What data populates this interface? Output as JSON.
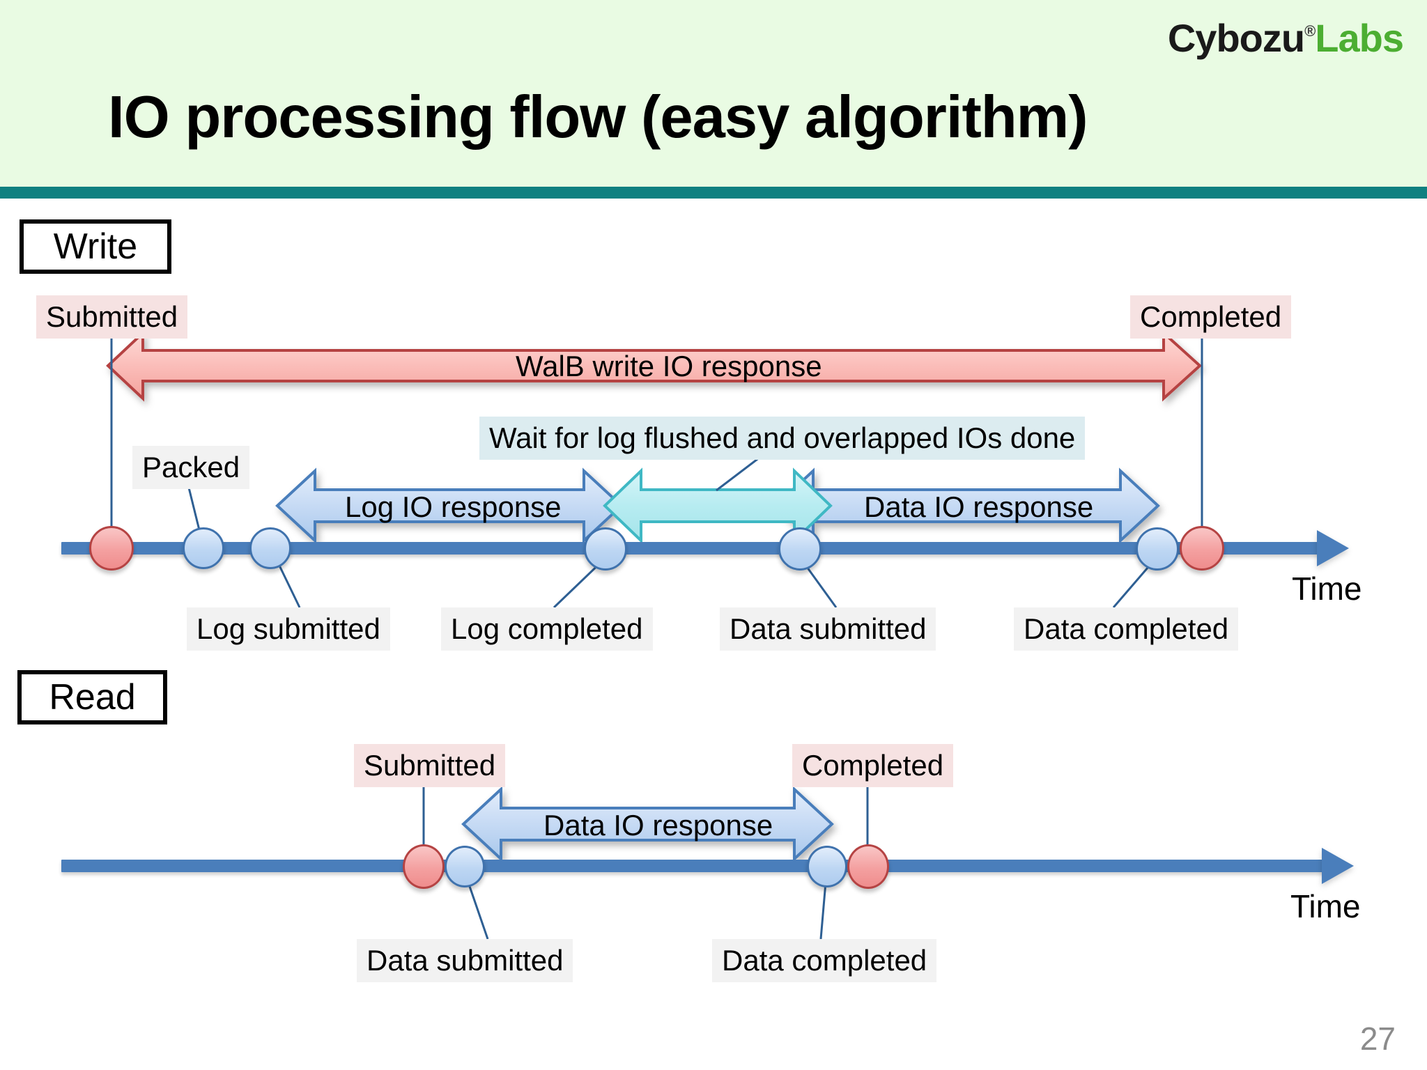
{
  "header": {
    "title": "IO processing flow (easy algorithm)",
    "logo_primary": "Cybozu",
    "logo_registered": "®",
    "logo_secondary": "Labs",
    "band_color": "#e9fbe3",
    "rule_color": "#0f8080",
    "logo_primary_color": "#1a1a1a",
    "logo_secondary_color": "#4cae32"
  },
  "page_number": "27",
  "sections": {
    "write": {
      "name": "Write",
      "axis_label": "Time",
      "big_arrow_label": "WalB write IO response",
      "start_label": "Submitted",
      "end_label": "Completed",
      "packed_label": "Packed",
      "wait_label": "Wait for log flushed and overlapped IOs done",
      "log_io_label": "Log IO response",
      "data_io_label": "Data IO response",
      "events": [
        {
          "label": "Submitted",
          "kind": "red"
        },
        {
          "label": "Packed",
          "kind": "blue"
        },
        {
          "label": "Log submitted",
          "kind": "blue"
        },
        {
          "label": "Log completed",
          "kind": "blue"
        },
        {
          "label": "Data submitted",
          "kind": "blue"
        },
        {
          "label": "Data completed",
          "kind": "blue"
        },
        {
          "label": "Completed",
          "kind": "red"
        }
      ],
      "bottom_labels": [
        "Log submitted",
        "Log completed",
        "Data submitted",
        "Data completed"
      ]
    },
    "read": {
      "name": "Read",
      "axis_label": "Time",
      "start_label": "Submitted",
      "end_label": "Completed",
      "data_io_label": "Data IO response",
      "bottom_labels": [
        "Data submitted",
        "Data completed"
      ]
    }
  },
  "colors": {
    "pink_arrow_fill": "#f8b4b0",
    "pink_arrow_stroke": "#b54343",
    "blue_arrow_fill": "#c3d8f2",
    "blue_arrow_stroke": "#4a7ebb",
    "cyan_arrow_fill": "#bdeef2",
    "cyan_arrow_stroke": "#3fb8c4",
    "timeline": "#4a7ebb",
    "node_red": "#f4a0a0",
    "node_blue": "#bdd6f3",
    "label_pink_bg": "#f6e2e2",
    "label_grey_bg": "#f2f2f2",
    "label_blue_bg": "#dcecf0",
    "page_number": "#8b8b8b"
  }
}
